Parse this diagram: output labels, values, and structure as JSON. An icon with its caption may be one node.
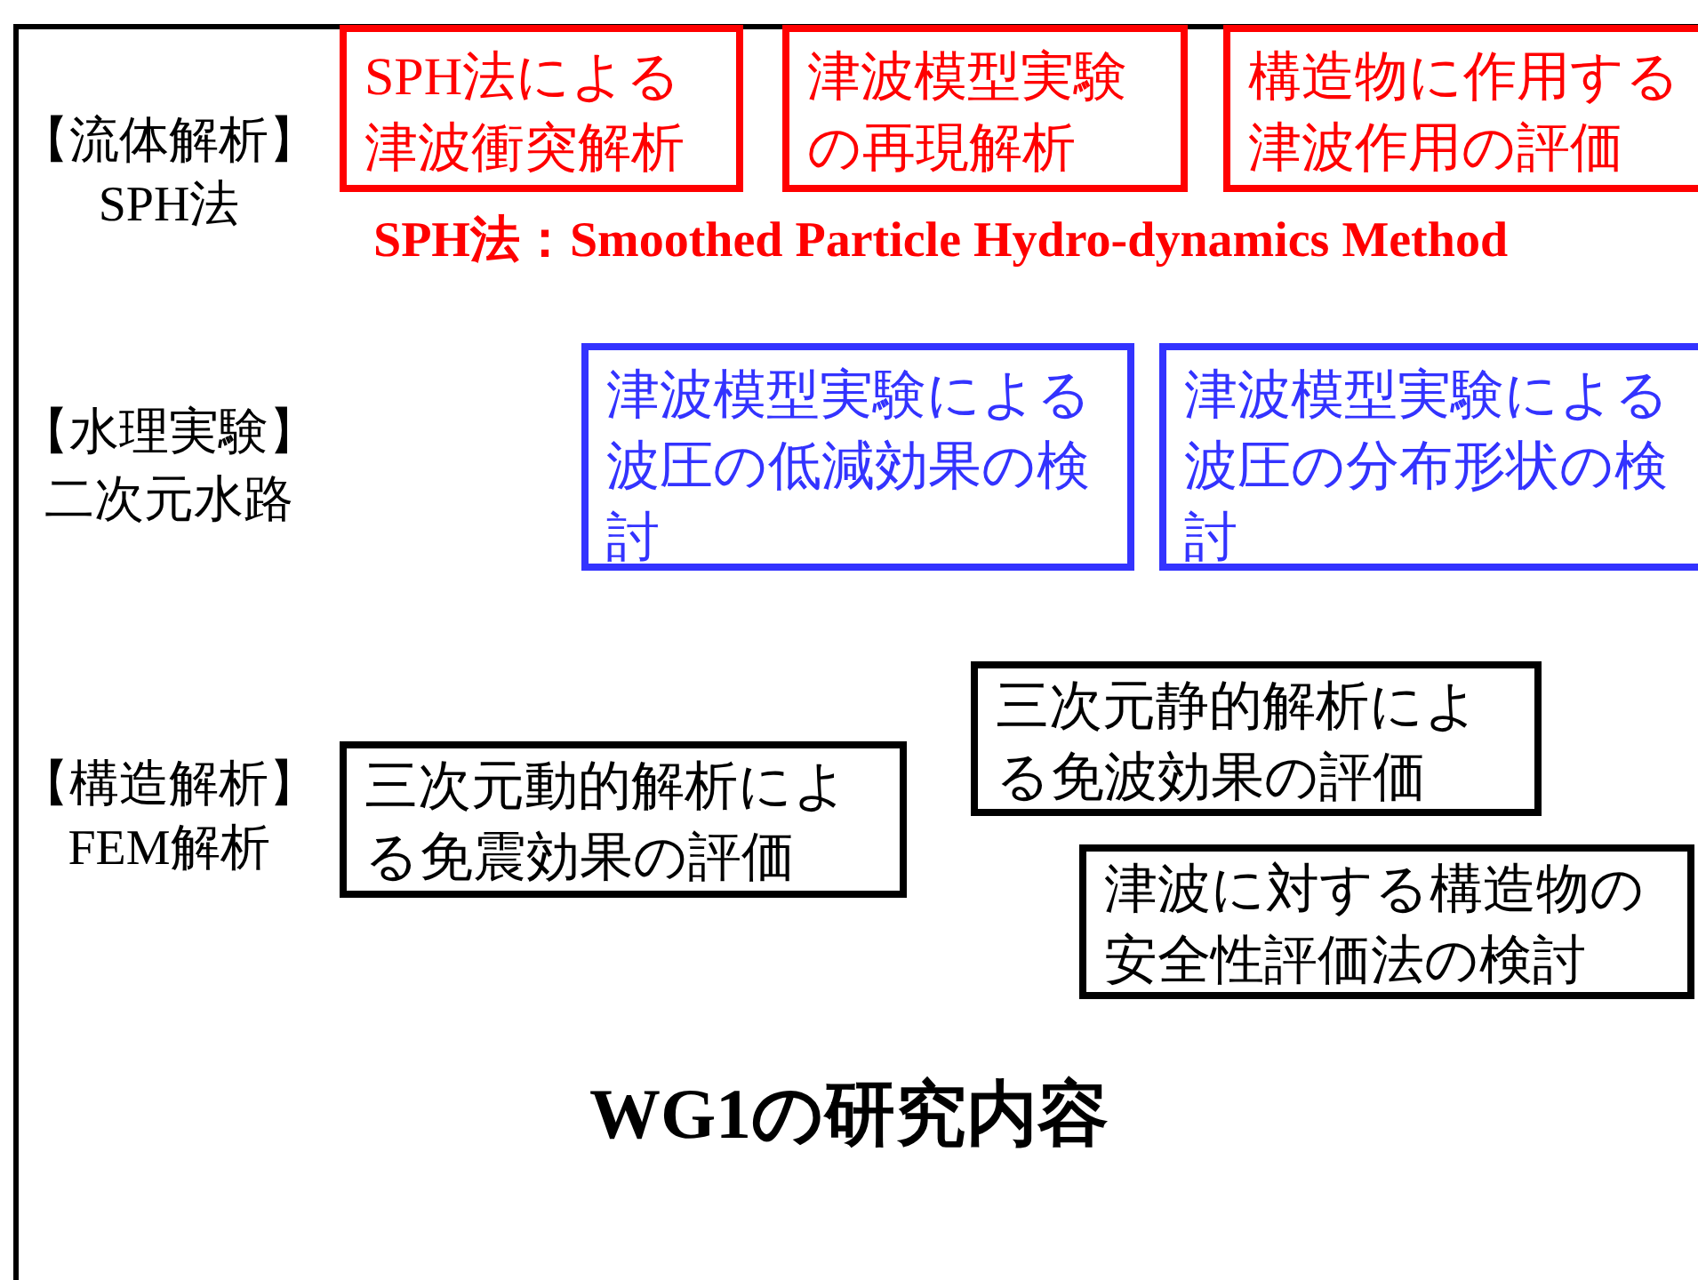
{
  "diagram": {
    "title": "WG1の研究内容",
    "nodes": [
      {
        "text": [
          "SPH法による津波衝突解析"
        ]
      },
      {
        "text": [
          "津波模型実験の再現解析"
        ]
      },
      {
        "text": [
          "構造物に作用する津波作用の評価"
        ]
      },
      {
        "text": [
          "津波模型実験による波圧の低減効果の検討"
        ]
      },
      {
        "text": [
          "津波模型実験による波圧の分布形状の検討"
        ]
      },
      {
        "text": [
          "三次元静的解析による免波効果の評価"
        ]
      },
      {
        "text": [
          "三次元動的解析による免震効果の評価"
        ]
      },
      {
        "text": [
          "津波に対する構造物の安全性評価法の検討"
        ]
      }
    ],
    "edges": [],
    "labels": [
      "【流体解析】",
      "SPH法",
      "SPH法：Smoothed Particle Hydro-dynamics Method",
      "【水理実験】",
      "二次元水路",
      "【構造解析】",
      "FEM解析"
    ]
  }
}
